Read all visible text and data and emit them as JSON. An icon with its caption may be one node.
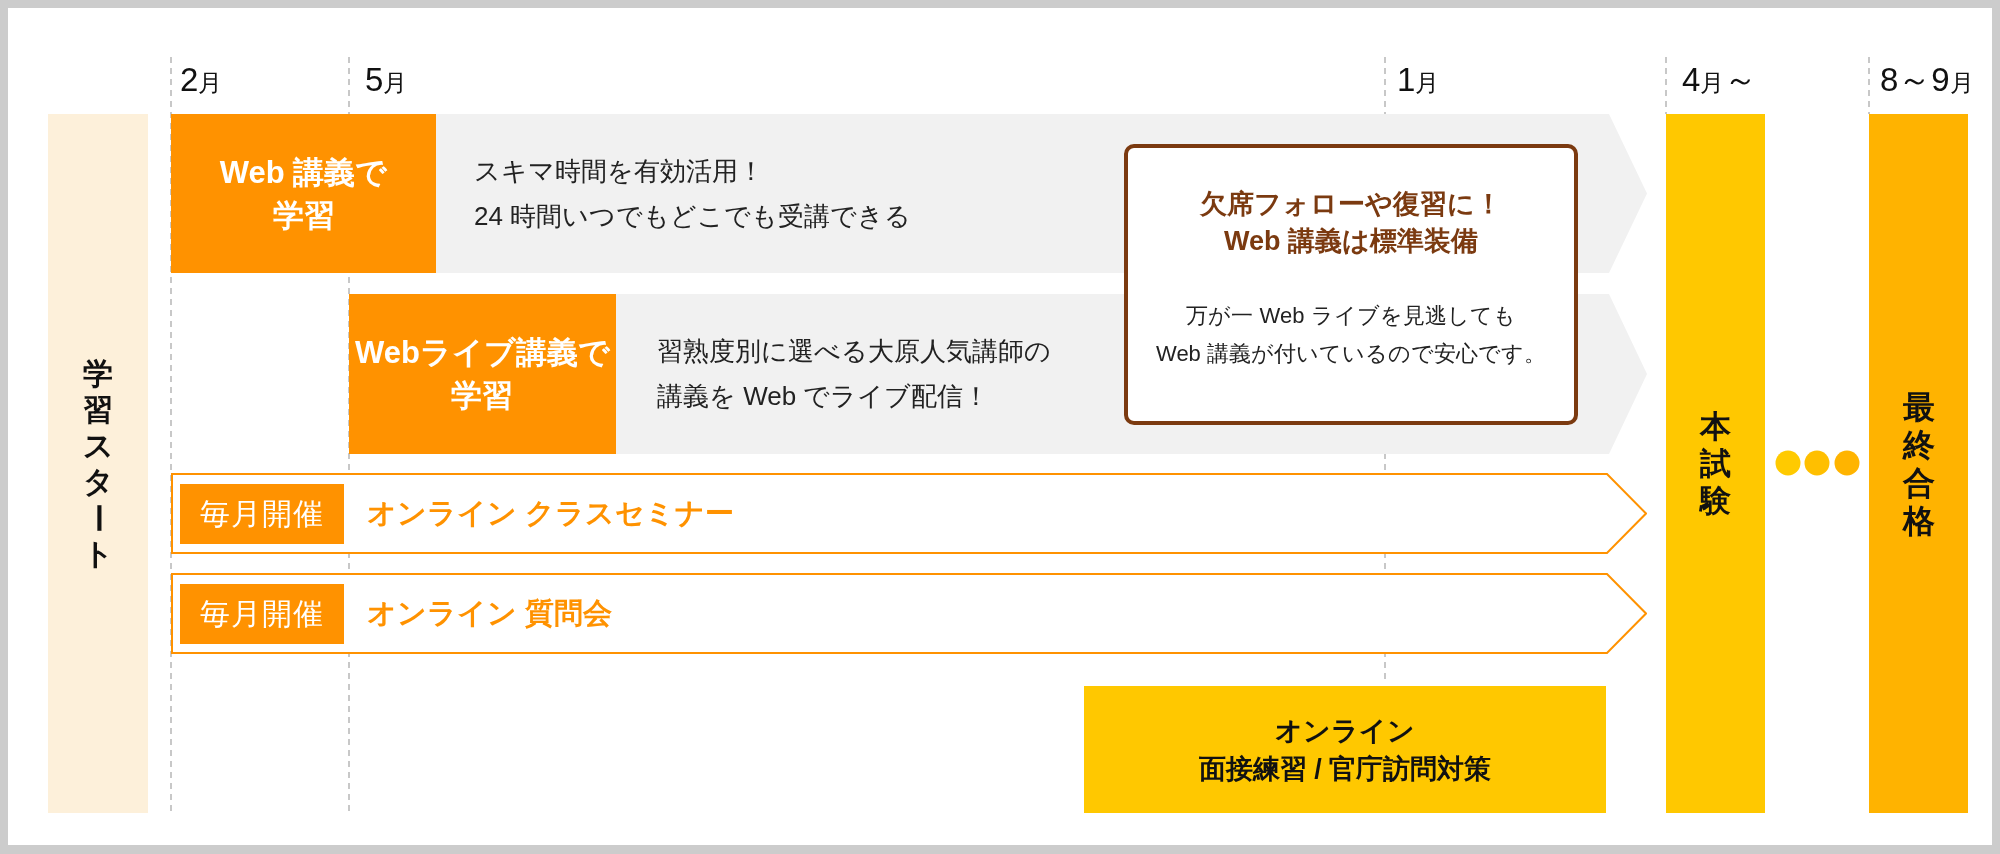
{
  "diagram": {
    "nodes": [
      {
        "text": [
          "学習スタート"
        ]
      },
      {
        "text": [
          "スキマ時間を有効活用！24 時間いつでもどこでも受講できる"
        ]
      },
      {
        "text": [
          "Web 講義で学習"
        ],
        "in": 1
      },
      {
        "text": [
          "習熟度別に選べる大原人気講師の講義を Web でライブ配信！"
        ]
      },
      {
        "text": [
          "Webライブ講義で学習"
        ],
        "in": 3
      },
      {
        "text": [
          "欠席フォローや復習に！Web 講義は標準装備",
          "万が一 Web ライブを見逃してもWeb 講義が付いているので安心です。"
        ]
      },
      {
        "text": [
          "オンライン クラスセミナー"
        ]
      },
      {
        "text": [
          "毎月開催"
        ],
        "in": 6
      },
      {
        "text": [
          "オンライン 質問会"
        ]
      },
      {
        "text": [
          "毎月開催"
        ],
        "in": 8
      },
      {
        "text": [
          "オンライン面接練習 / 官庁訪問対策"
        ]
      },
      {
        "text": [
          "本試験"
        ],
        "beside": [
          "4月～"
        ]
      },
      {
        "text": [
          "最終合格"
        ],
        "beside": [
          "8～9月"
        ]
      }
    ],
    "labels": [
      "2月",
      "5月",
      "1月"
    ]
  }
}
